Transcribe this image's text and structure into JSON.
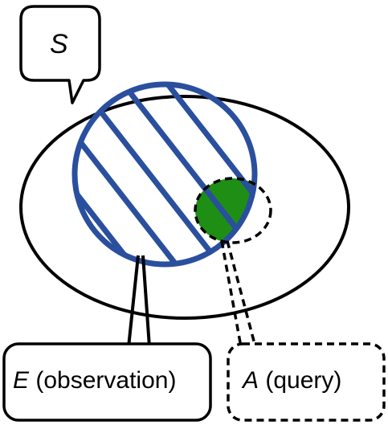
{
  "sample_space": {
    "symbol": "S"
  },
  "event_e": {
    "symbol": "E",
    "description": "(observation)"
  },
  "event_a": {
    "symbol": "A",
    "description": "(query)"
  },
  "colors": {
    "outline": "#000000",
    "event_e_stroke": "#2a4f9e",
    "intersection_fill": "#1e8f14",
    "background": "#ffffff"
  }
}
